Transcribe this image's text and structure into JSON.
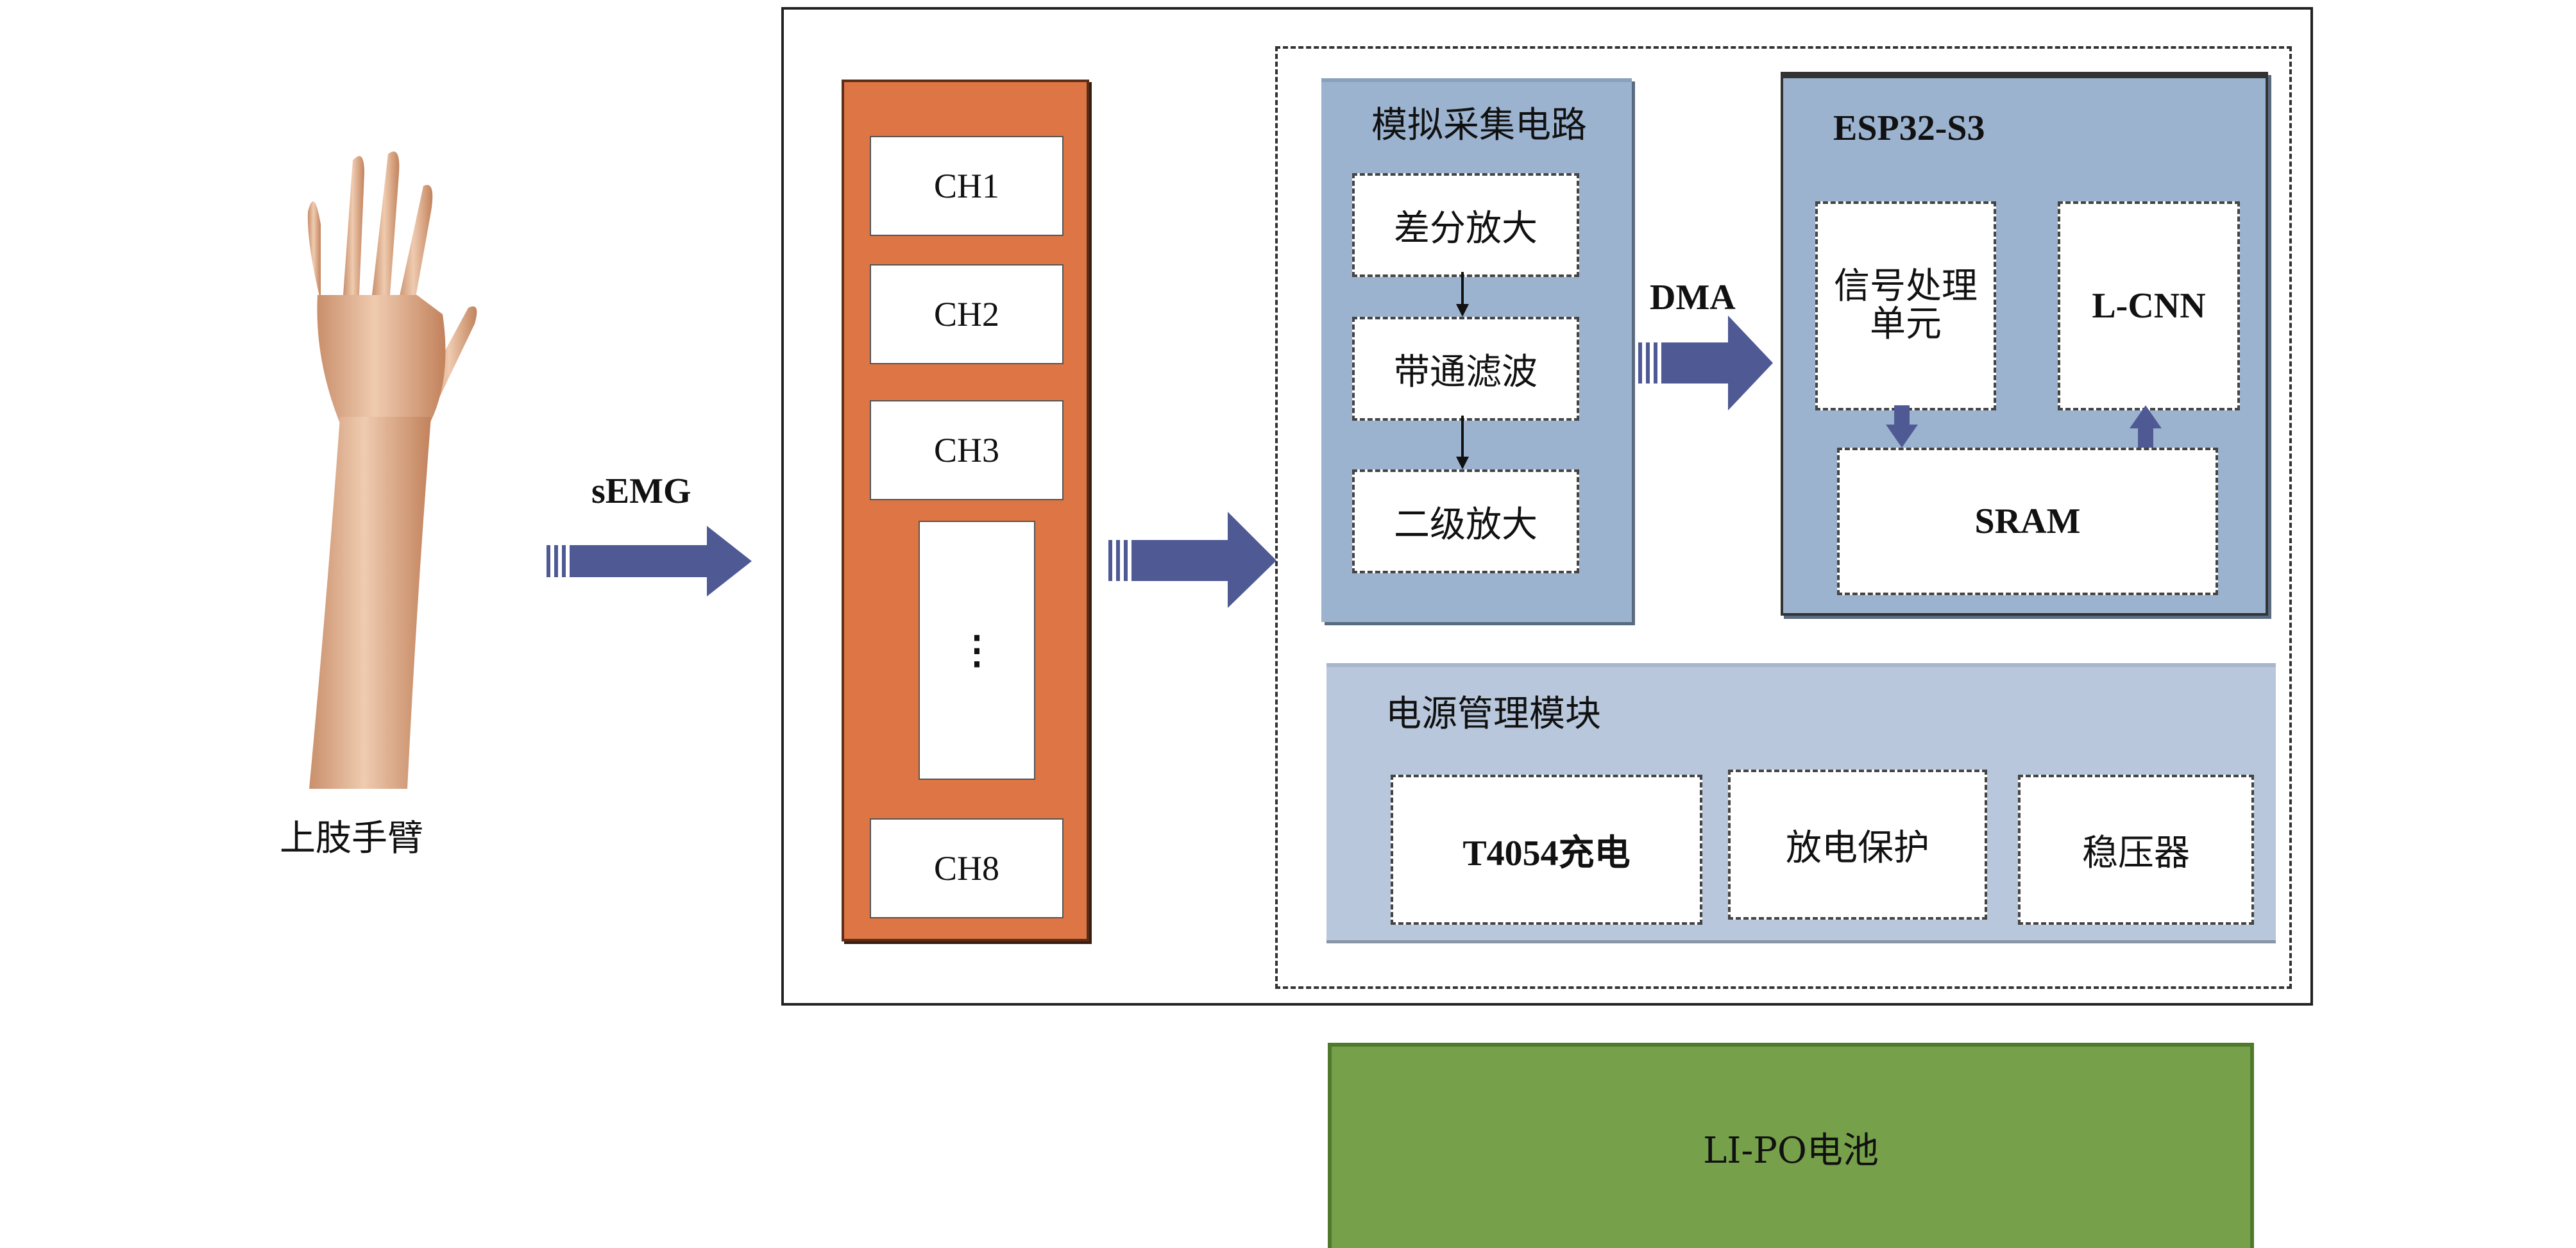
{
  "arm_label": "上肢手臂",
  "semg_label": "sEMG",
  "channels": [
    "CH1",
    "CH2",
    "CH3",
    "CH8"
  ],
  "channel_ellipsis": "⋮",
  "analog": {
    "title": "模拟采集电路",
    "steps": [
      "差分放大",
      "带通滤波",
      "二级放大"
    ]
  },
  "dma_label": "DMA",
  "esp": {
    "title": "ESP32-S3",
    "signal_unit": "信号处理\n单元",
    "lcnn": "L-CNN",
    "sram": "SRAM"
  },
  "power": {
    "title": "电源管理模块",
    "items": [
      "T4054充电",
      "放电保护",
      "稳压器"
    ]
  },
  "battery": "LI-PO电池",
  "colors": {
    "arrow": "#4f5a94",
    "orange": "#dd7544",
    "blue_panel": "#9cb3d0",
    "power_panel": "#b8c7dc",
    "battery": "#76a04a"
  }
}
